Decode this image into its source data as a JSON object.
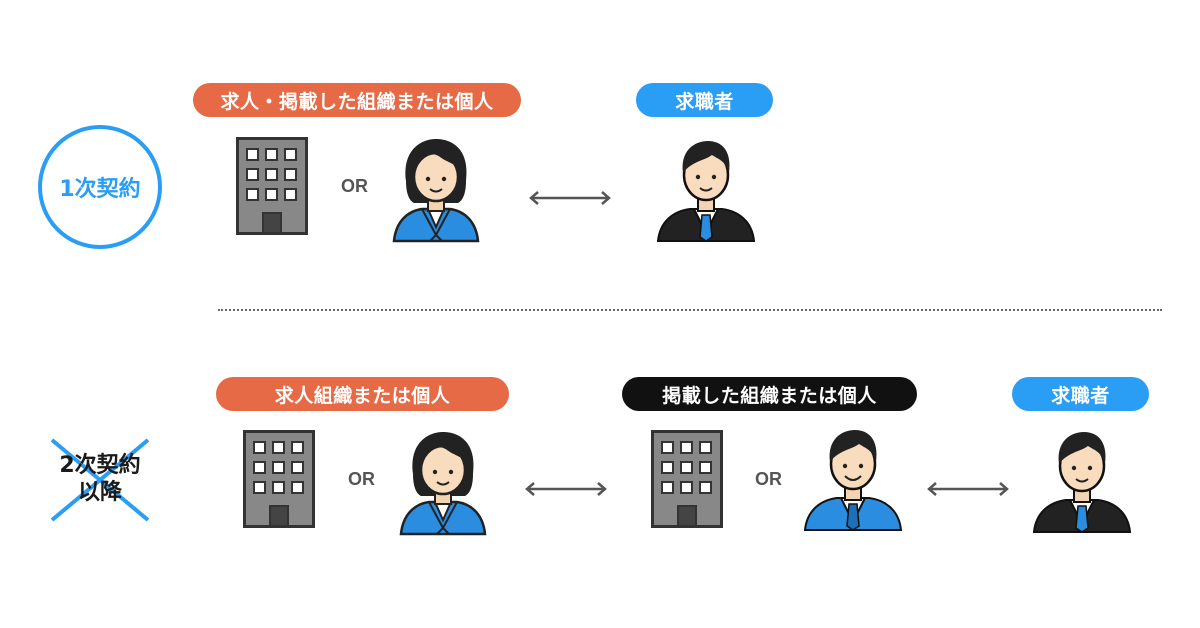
{
  "row1": {
    "badge": "1次契約",
    "label_left": "求人・掲載した組織または個人",
    "label_right": "求職者",
    "or": "OR"
  },
  "row2": {
    "badge_line1": "2次契約",
    "badge_line2": "以降",
    "label_left": "求人組織または個人",
    "label_middle": "掲載した組織または個人",
    "label_right": "求職者",
    "or_left": "OR",
    "or_middle": "OR"
  },
  "colors": {
    "orange": "#e66a45",
    "blue": "#2a9df4",
    "black": "#111111"
  },
  "icons": [
    "building-icon",
    "woman-icon",
    "man-suit-icon",
    "man-blue-suit-icon",
    "double-arrow-icon",
    "cross-icon"
  ]
}
